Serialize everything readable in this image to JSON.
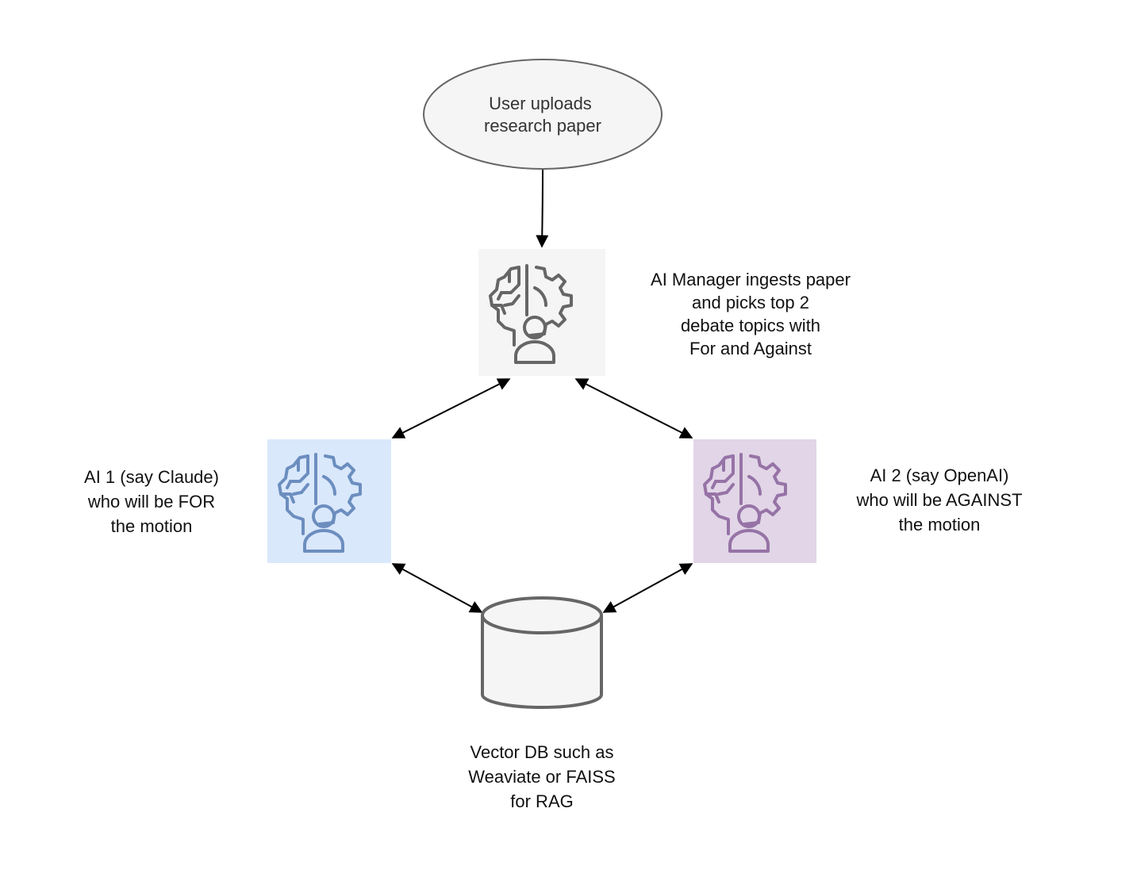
{
  "colors": {
    "manager_fill": "#f5f5f5",
    "manager_stroke": "#666666",
    "ai1_fill": "#dae8fc",
    "ai1_stroke": "#6c8ebf",
    "ai2_fill": "#e1d5e7",
    "ai2_stroke": "#9673a6",
    "db_fill": "#f5f5f5",
    "db_stroke": "#666666",
    "edge": "#000000"
  },
  "nodes": {
    "start": {
      "lines": [
        "User uploads",
        "research paper"
      ]
    },
    "manager": {
      "icon": "ai-brain-gear-icon",
      "lines": [
        "AI Manager ingests paper",
        "and picks top 2",
        "debate topics with",
        "For and Against"
      ]
    },
    "ai1": {
      "icon": "ai-brain-gear-icon",
      "lines": [
        "AI 1 (say Claude)",
        "who will be FOR",
        "the motion"
      ]
    },
    "ai2": {
      "icon": "ai-brain-gear-icon",
      "lines": [
        "AI 2 (say OpenAI)",
        "who will be AGAINST",
        "the motion"
      ]
    },
    "db": {
      "icon": "database-cylinder-icon",
      "lines": [
        "Vector DB such as",
        "Weaviate or FAISS",
        "for RAG"
      ]
    }
  },
  "edges": [
    {
      "from": "start",
      "to": "manager",
      "direction": "one-way"
    },
    {
      "from": "manager",
      "to": "ai1",
      "direction": "two-way"
    },
    {
      "from": "manager",
      "to": "ai2",
      "direction": "two-way"
    },
    {
      "from": "ai1",
      "to": "db",
      "direction": "two-way"
    },
    {
      "from": "ai2",
      "to": "db",
      "direction": "two-way"
    }
  ]
}
